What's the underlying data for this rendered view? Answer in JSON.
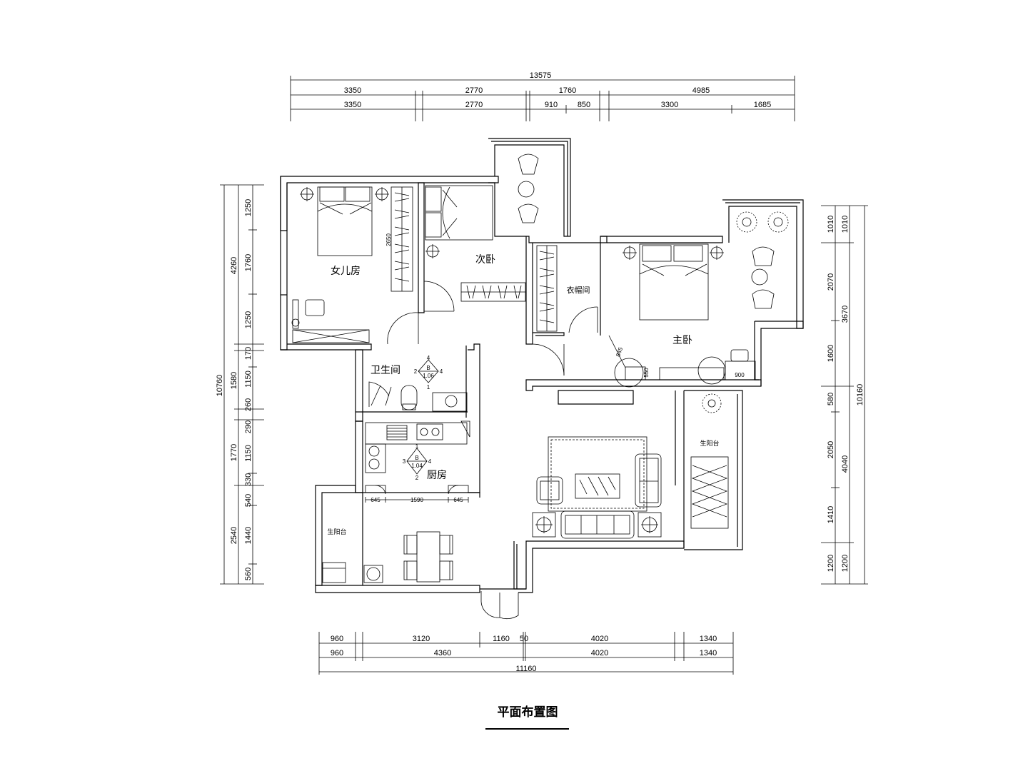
{
  "title": "平面布置图",
  "rooms": {
    "daughter": "女儿房",
    "second": "次卧",
    "closet": "衣帽间",
    "master": "主卧",
    "bath": "卫生间",
    "kitchen": "厨房",
    "balcony_left": "生阳台",
    "balcony_right": "生阳台"
  },
  "top_dims": {
    "total": "13575",
    "row1": [
      "3350",
      "2770",
      "1760",
      "4985"
    ],
    "row2": [
      "3350",
      "2770",
      "910",
      "850",
      "3300",
      "1685"
    ]
  },
  "bottom_dims": {
    "row1": [
      "960",
      "3120",
      "1160",
      "50",
      "4020",
      "1340"
    ],
    "row2": [
      "960",
      "4360",
      "4020",
      "1340"
    ],
    "total": "11160"
  },
  "left_dims": {
    "total": "10760",
    "col2": [
      "4260",
      "1580",
      "1770",
      "2540"
    ],
    "col3": [
      "1250",
      "1760",
      "1250",
      "170",
      "1150",
      "260",
      "290",
      "1150",
      "330",
      "540",
      "1440",
      "560"
    ]
  },
  "right_dims": {
    "total": "10160",
    "col2": [
      "1010",
      "3670",
      "4040",
      "1200"
    ],
    "col3": [
      "1010",
      "2070",
      "1600",
      "580",
      "2050",
      "1410",
      "1200"
    ]
  },
  "inner_dims": {
    "bed_wardrobe": "2650",
    "kitchen": [
      "645",
      "1590",
      "645"
    ],
    "master_door": "845",
    "master_a": "550",
    "master_b": "900"
  },
  "markers": {
    "bath": {
      "top": "4",
      "left": "2",
      "right": "4",
      "bottom": "1",
      "center": "B",
      "ref": "1.06"
    },
    "kitchen": {
      "top": "1",
      "left": "3",
      "right": "4",
      "bottom": "2",
      "center": "B",
      "ref": "1.04"
    }
  }
}
